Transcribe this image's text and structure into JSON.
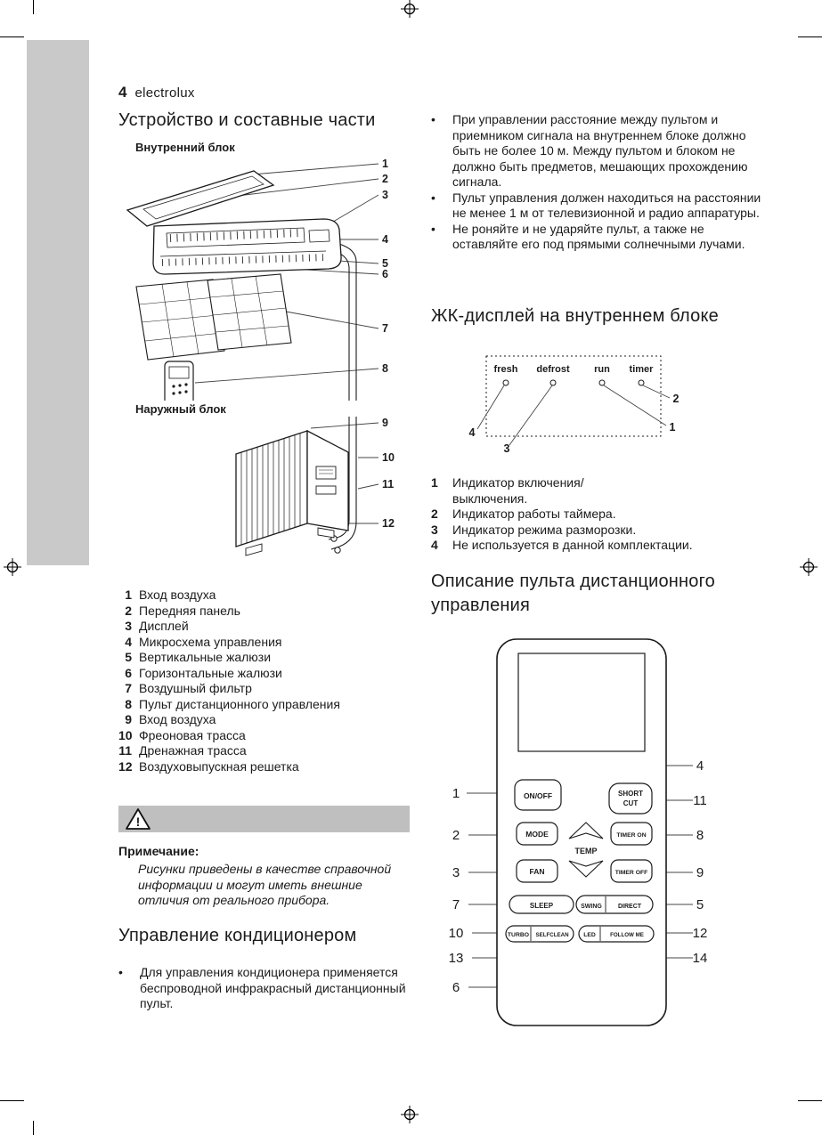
{
  "page": {
    "number": "4",
    "brand": "electrolux"
  },
  "parts": {
    "title": "Устройство и составные части",
    "indoor_label": "Внутренний блок",
    "outdoor_label": "Наружный блок",
    "indoor_callouts": [
      "1",
      "2",
      "3",
      "4",
      "5",
      "6",
      "7",
      "8"
    ],
    "outdoor_callouts": [
      "9",
      "10",
      "11",
      "12"
    ],
    "list": [
      {
        "num": "1",
        "text": "Вход воздуха"
      },
      {
        "num": "2",
        "text": "Передняя панель"
      },
      {
        "num": "3",
        "text": "Дисплей"
      },
      {
        "num": "4",
        "text": "Микросхема управления"
      },
      {
        "num": "5",
        "text": "Вертикальные жалюзи"
      },
      {
        "num": "6",
        "text": "Горизонтальные жалюзи"
      },
      {
        "num": "7",
        "text": "Воздушный фильтр"
      },
      {
        "num": "8",
        "text": "Пульт дистанционного управления"
      },
      {
        "num": "9",
        "text": "Вход воздуха"
      },
      {
        "num": "10",
        "text": "Фреоновая трасса"
      },
      {
        "num": "11",
        "text": "Дренажная трасса"
      },
      {
        "num": "12",
        "text": "Воздуховыпускная решетка"
      }
    ]
  },
  "handling": {
    "bullets": [
      "При управлении расстояние между пультом и приемником сигнала на внутреннем блоке должно быть не более 10 м. Между пультом и блоком не должно быть предметов, мешающих прохождению сигнала.",
      "Пульт управления должен находиться на расстоянии не менее 1 м от телевизионной и радио аппаратуры.",
      "Не роняйте и не ударяйте пульт, а также не оставляйте его под прямыми солнечными лучами."
    ]
  },
  "lcd": {
    "title": "ЖК-дисплей на внутреннем блоке",
    "labels": [
      "fresh",
      "defrost",
      "run",
      "timer"
    ],
    "callouts": [
      "1",
      "2",
      "3",
      "4"
    ],
    "list": [
      {
        "num": "1",
        "text": "Индикатор включения/\nвыключения."
      },
      {
        "num": "2",
        "text": "Индикатор работы таймера."
      },
      {
        "num": "3",
        "text": "Индикатор режима разморозки."
      },
      {
        "num": "4",
        "text": "Не используется в данной комплектации."
      }
    ]
  },
  "note": {
    "title": "Примечание:",
    "text": "Рисунки приведены в качестве справочной информации и могут иметь внешние отличия от реального прибора."
  },
  "control": {
    "title": "Управление кондиционером",
    "bullets": [
      "Для управления кондиционера применяется беспроводной инфракрасный дистанционный пульт."
    ]
  },
  "remote": {
    "title": "Описание пульта дистанционного управления",
    "buttons": {
      "on_off": "ON/OFF",
      "mode": "MODE",
      "fan": "FAN",
      "temp": "TEMP",
      "sleep": "SLEEP",
      "short_cut_1": "SHORT",
      "short_cut_2": "CUT",
      "timer_on": "TIMER ON",
      "timer_off": "TIMER OFF",
      "swing": "SWING",
      "direct": "DIRECT",
      "turbo": "TURBO",
      "selfclean": "SELFCLEAN",
      "led": "LED",
      "follow_me": "FOLLOW ME"
    },
    "callouts_left": [
      "1",
      "2",
      "3",
      "7",
      "10",
      "13",
      "6"
    ],
    "callouts_right": [
      "4",
      "11",
      "8",
      "9",
      "5",
      "12",
      "14"
    ]
  },
  "icons": {
    "warning_mark": "!"
  }
}
